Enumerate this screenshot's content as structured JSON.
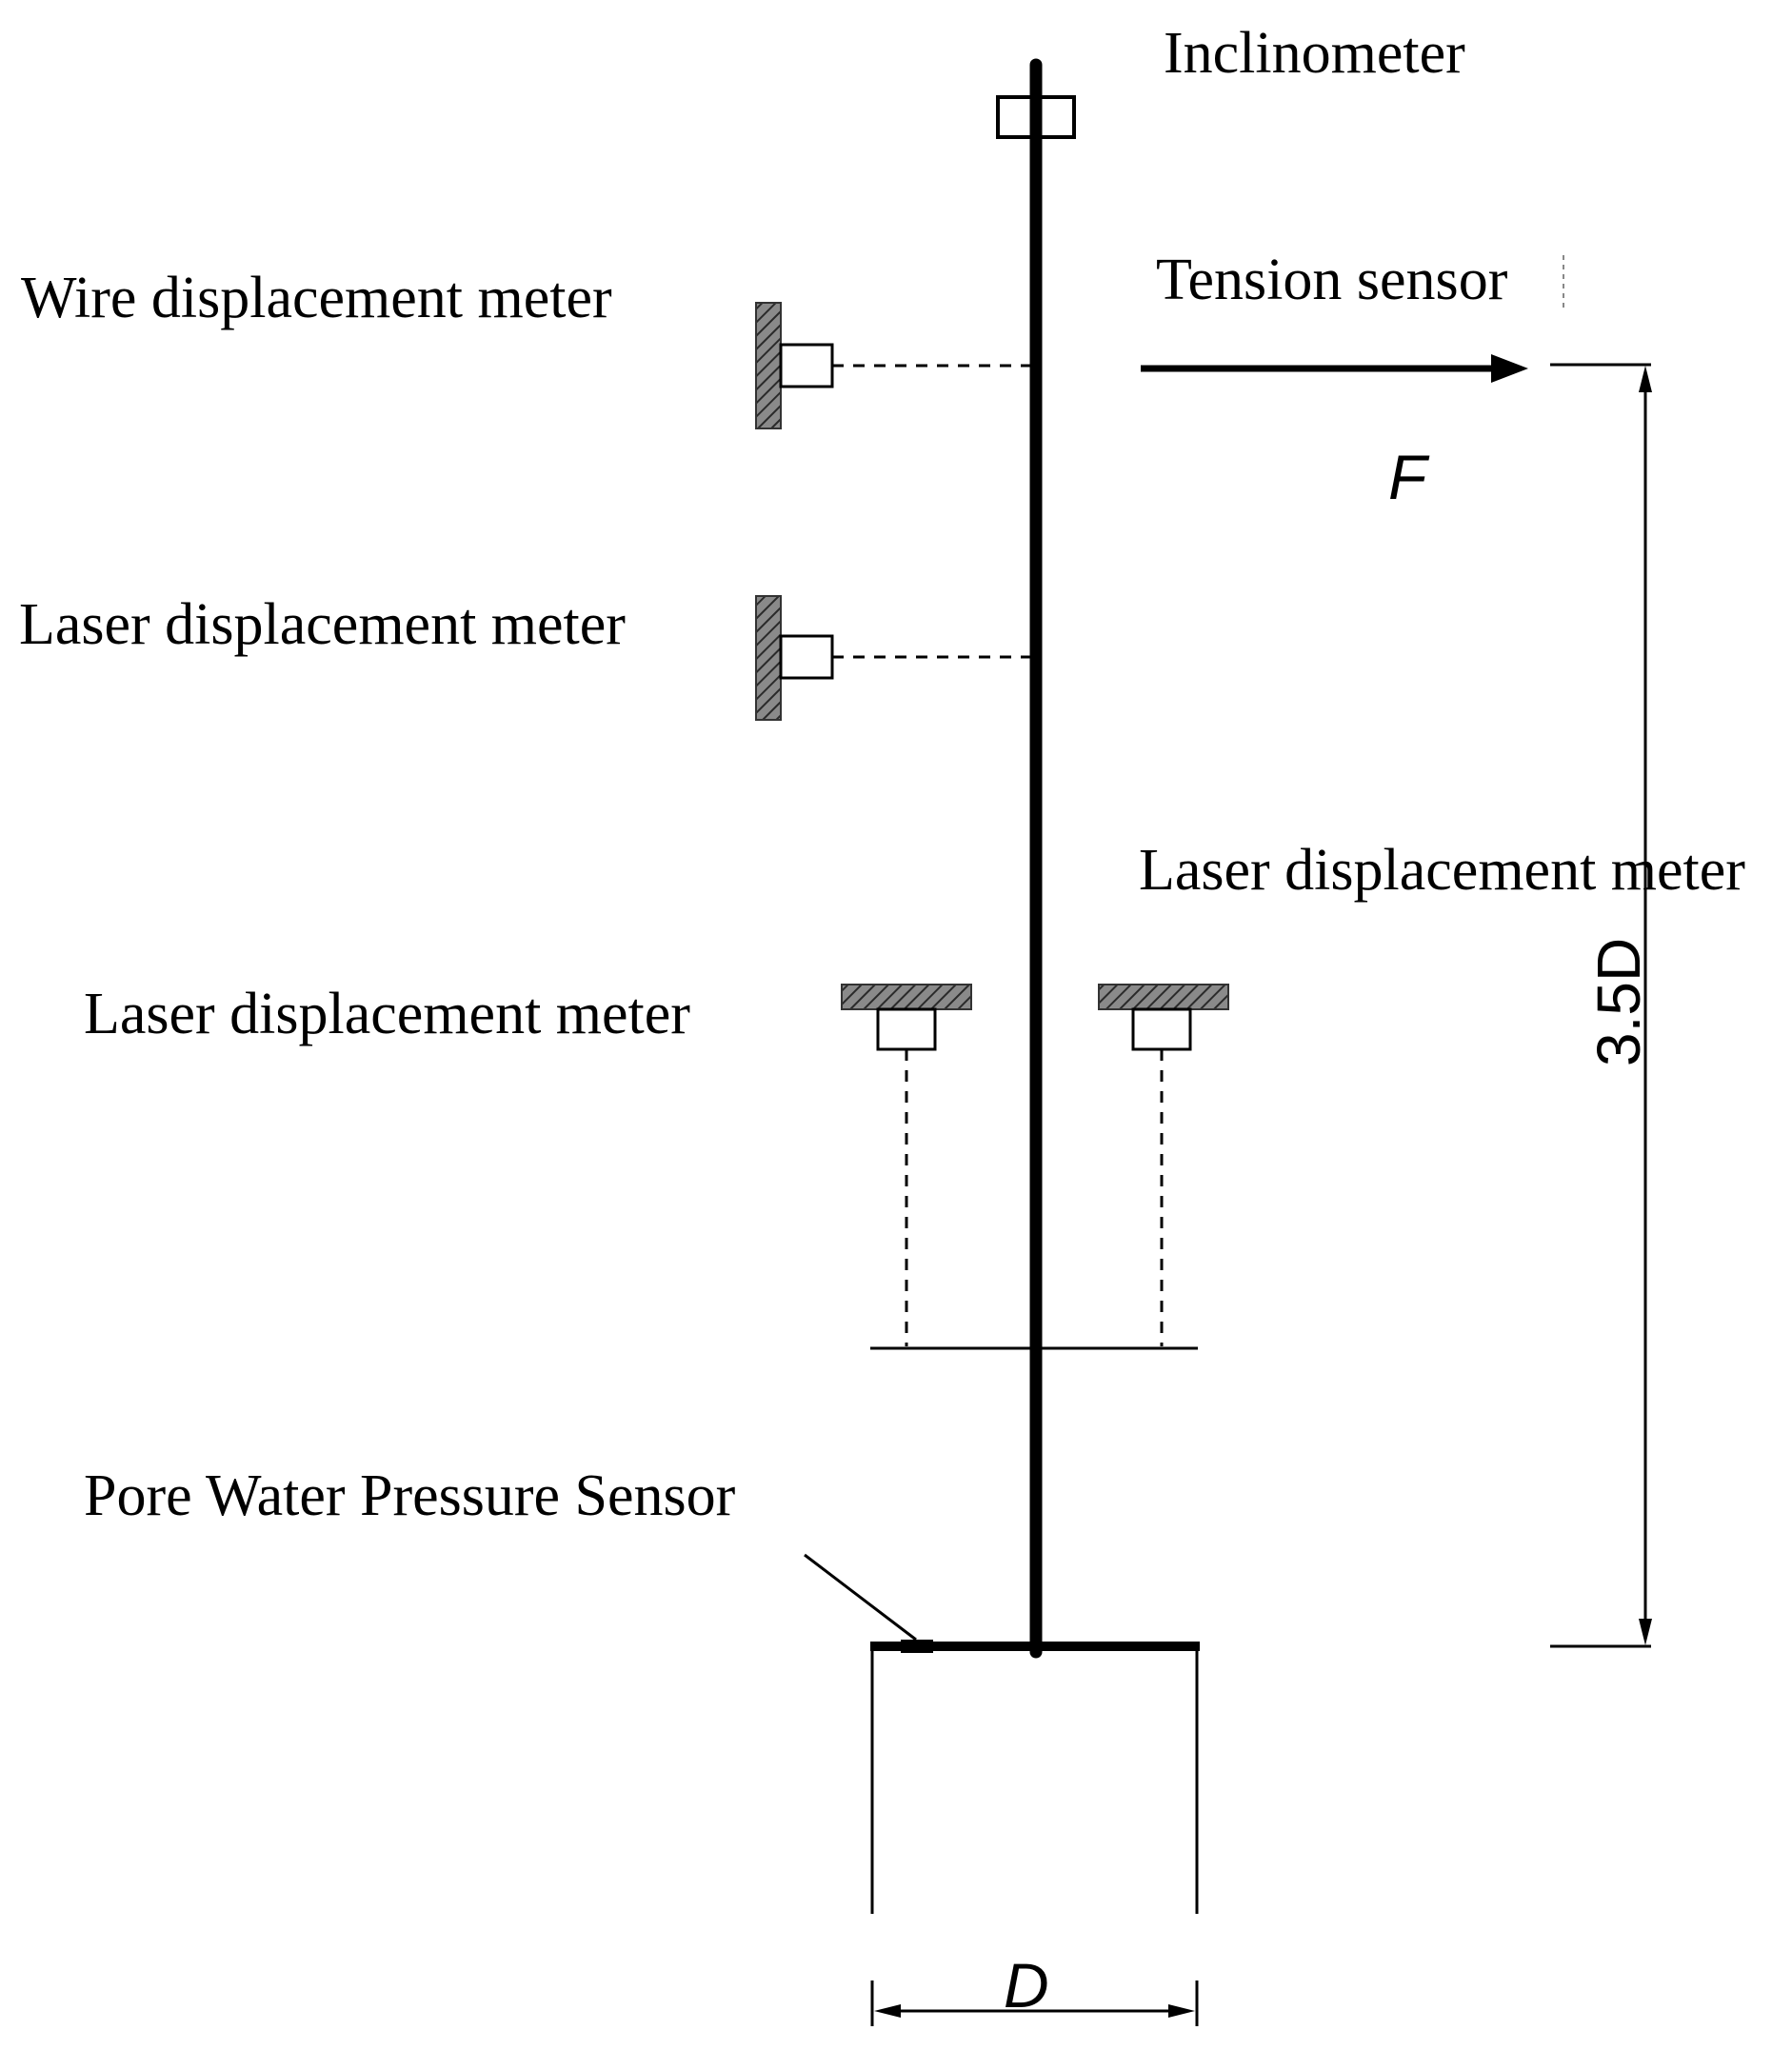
{
  "labels": {
    "inclinometer": "Inclinometer",
    "tension_sensor": "Tension sensor",
    "wire_meter": "Wire displacement meter",
    "laser_meter_left": "Laser displacement meter",
    "laser_meter_bottom": "Laser displacement meter",
    "laser_meter_right": "Laser displacement meter",
    "pore_sensor": "Pore Water Pressure Sensor",
    "force": "F",
    "height_dim": "3.5D",
    "diameter_dim": "D"
  },
  "colors": {
    "line": "#000000",
    "sensor_fill": "#777777",
    "background": "#ffffff"
  }
}
